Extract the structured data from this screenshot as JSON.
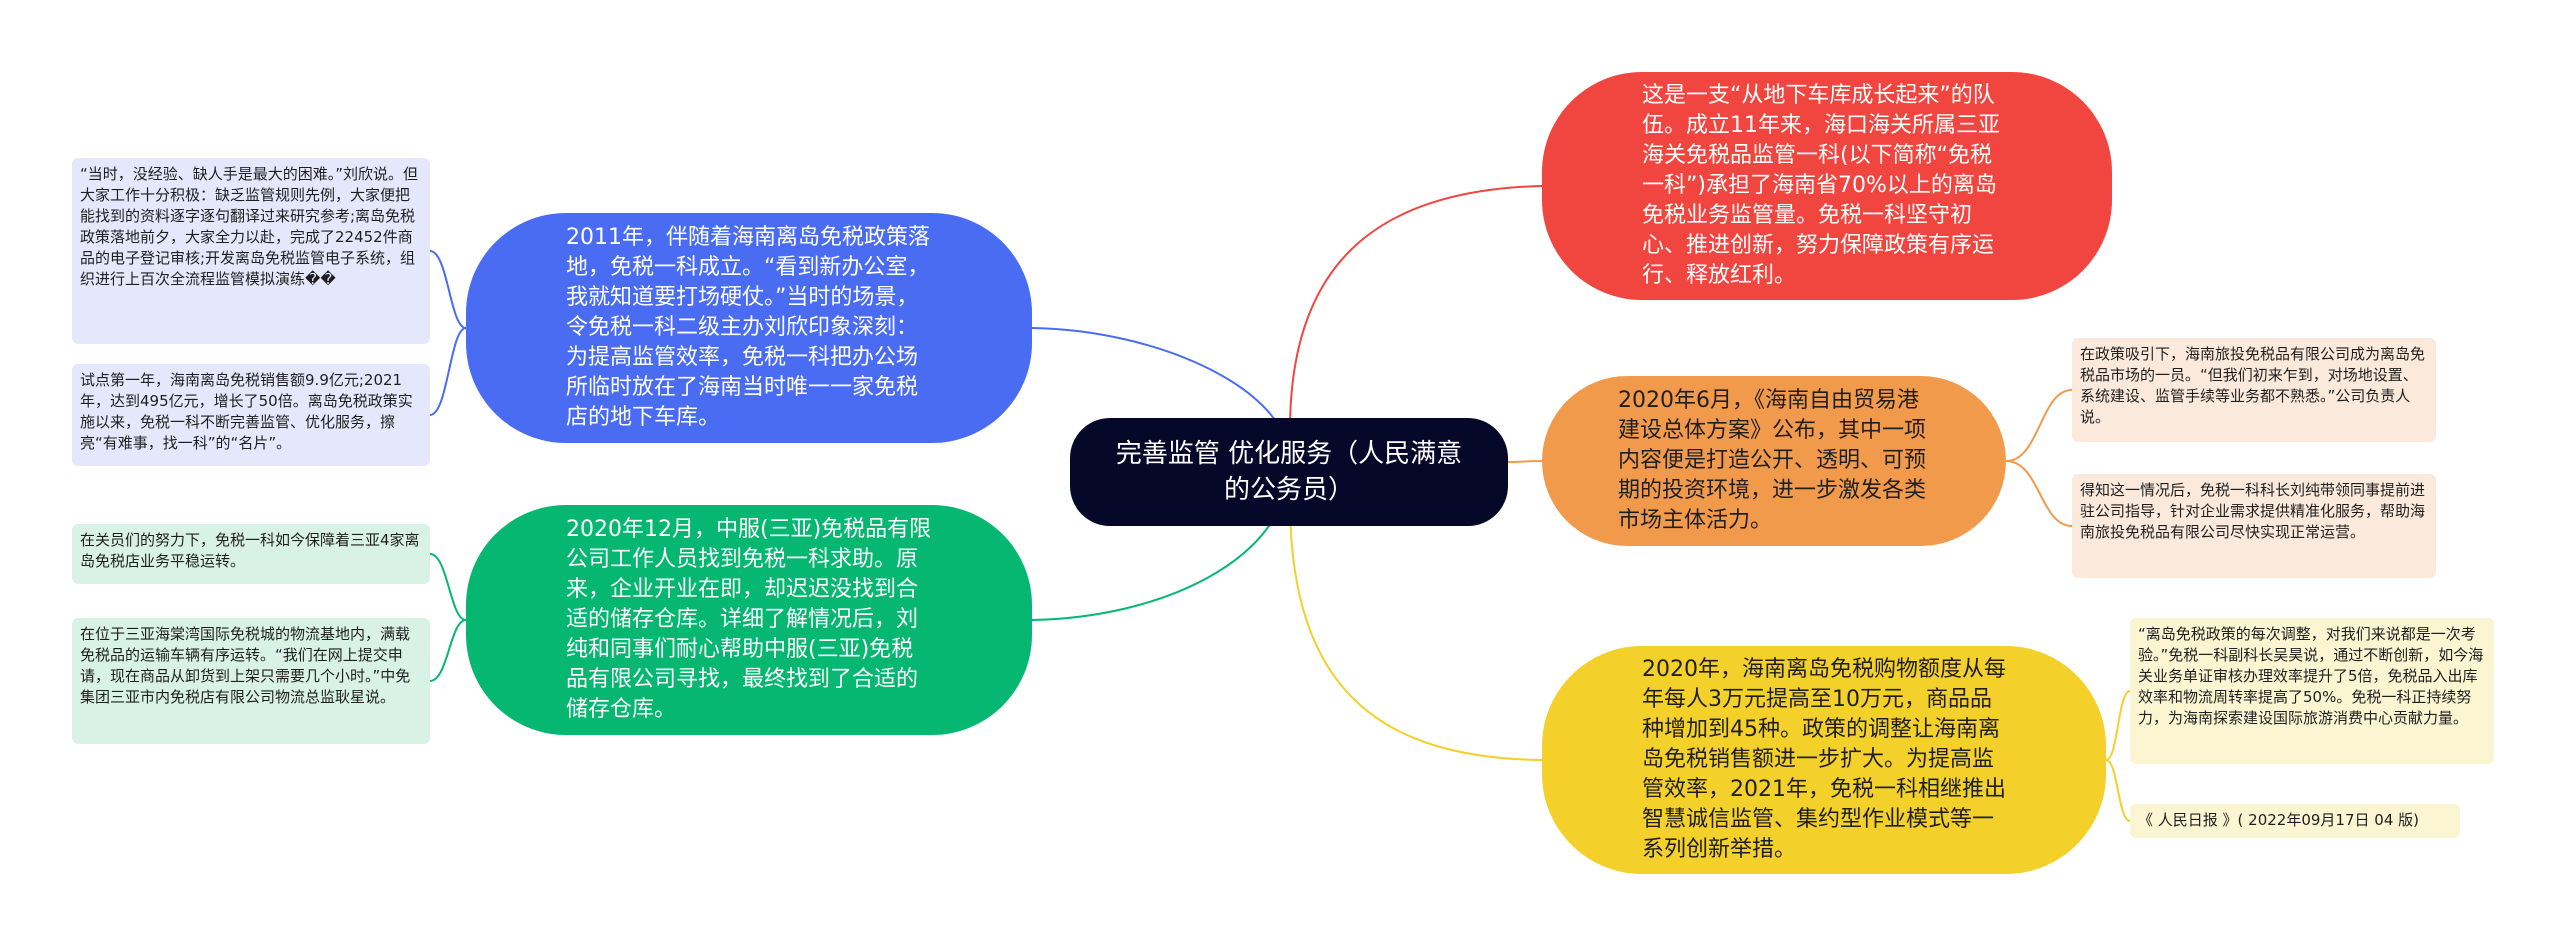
{
  "colors": {
    "center": "#06082a",
    "blue": "#4a6cf2",
    "green": "#06b771",
    "red": "#f14540",
    "orange": "#f29a4c",
    "yellow": "#f4d02b"
  },
  "center": {
    "label": "完善监管 优化服务（人民满意的公务员）"
  },
  "branches": {
    "blue": {
      "text": "2011年，伴随着海南离岛免税政策落地，免税一科成立。“看到新办公室，我就知道要打场硬仗。”当时的场景，令免税一科二级主办刘欣印象深刻：为提高监管效率，免税一科把办公场所临时放在了海南当时唯一一家免税店的地下车库。",
      "leaves": [
        "“当时，没经验、缺人手是最大的困难。”刘欣说。但大家工作十分积极：缺乏监管规则先例，大家便把能找到的资料逐字逐句翻译过来研究参考;离岛免税政策落地前夕，大家全力以赴，完成了22452件商品的电子登记审核;开发离岛免税监管电子系统，组织进行上百次全流程监管模拟演练��",
        "试点第一年，海南离岛免税销售额9.9亿元;2021年，达到495亿元，增长了50倍。离岛免税政策实施以来，免税一科不断完善监管、优化服务，擦亮“有难事，找一科”的“名片”。"
      ]
    },
    "green": {
      "text": "2020年12月，中服(三亚)免税品有限公司工作人员找到免税一科求助。原来，企业开业在即，却迟迟没找到合适的储存仓库。详细了解情况后，刘纯和同事们耐心帮助中服(三亚)免税品有限公司寻找，最终找到了合适的储存仓库。",
      "leaves": [
        "在关员们的努力下，免税一科如今保障着三亚4家离岛免税店业务平稳运转。",
        "在位于三亚海棠湾国际免税城的物流基地内，满载免税品的运输车辆有序运转。“我们在网上提交申请，现在商品从卸货到上架只需要几个小时。”中免集团三亚市内免税店有限公司物流总监耿星说。"
      ]
    },
    "red": {
      "text": "这是一支“从地下车库成长起来”的队伍。成立11年来，海口海关所属三亚海关免税品监管一科(以下简称“免税一科”)承担了海南省70%以上的离岛免税业务监管量。免税一科坚守初心、推进创新，努力保障政策有序运行、释放红利。"
    },
    "orange": {
      "text": "2020年6月，《海南自由贸易港建设总体方案》公布，其中一项内容便是打造公开、透明、可预期的投资环境，进一步激发各类市场主体活力。",
      "leaves": [
        "在政策吸引下，海南旅投免税品有限公司成为离岛免税品市场的一员。“但我们初来乍到，对场地设置、系统建设、监管手续等业务都不熟悉。”公司负责人说。",
        "得知这一情况后，免税一科科长刘纯带领同事提前进驻公司指导，针对企业需求提供精准化服务，帮助海南旅投免税品有限公司尽快实现正常运营。"
      ]
    },
    "yellow": {
      "text": "2020年，海南离岛免税购物额度从每年每人3万元提高至10万元，商品品种增加到45种。政策的调整让海南离岛免税销售额进一步扩大。为提高监管效率，2021年，免税一科相继推出智慧诚信监管、集约型作业模式等一系列创新举措。",
      "leaves": [
        "“离岛免税政策的每次调整，对我们来说都是一次考验。”免税一科副科长吴昊说，通过不断创新，如今海关业务单证审核办理效率提升了5倍，免税品入出库效率和物流周转率提高了50%。免税一科正持续努力，为海南探索建设国际旅游消费中心贡献力量。",
        "《 人民日报 》( 2022年09月17日 04 版)"
      ]
    }
  }
}
